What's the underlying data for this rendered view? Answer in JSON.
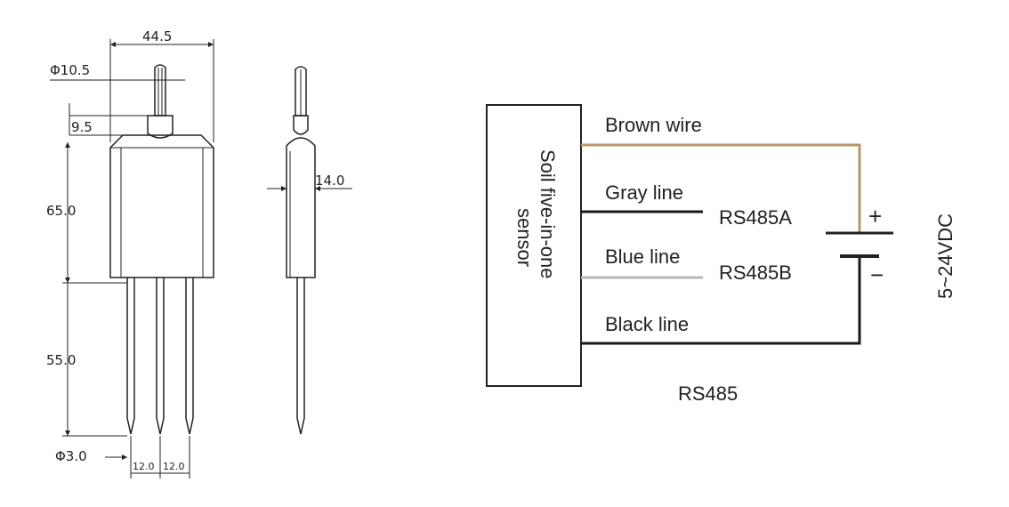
{
  "mechanical": {
    "dims": {
      "width_overall": "44.5",
      "cable_dia": "Φ10.5",
      "cable_gland": "9.5",
      "body_height": "65.0",
      "probe_length": "55.0",
      "probe_dia": "Φ3.0",
      "probe_pitch_1": "12.0",
      "probe_pitch_2": "12.0",
      "side_thickness": "14.0"
    }
  },
  "wiring": {
    "sensor_label_line1": "Soil five-in-one",
    "sensor_label_line2": "sensor",
    "wires": {
      "brown": "Brown wire",
      "gray": "Gray line",
      "blue": "Blue line",
      "black": "Black line"
    },
    "signals": {
      "a": "RS485A",
      "b": "RS485B"
    },
    "supply": {
      "plus": "+",
      "minus": "−",
      "voltage": "5~24VDC"
    },
    "caption": "RS485",
    "colors": {
      "brown": "#b8956a",
      "gray": "#1a1a1a",
      "blue": "#b8b8b8",
      "black": "#1a1a1a"
    }
  }
}
